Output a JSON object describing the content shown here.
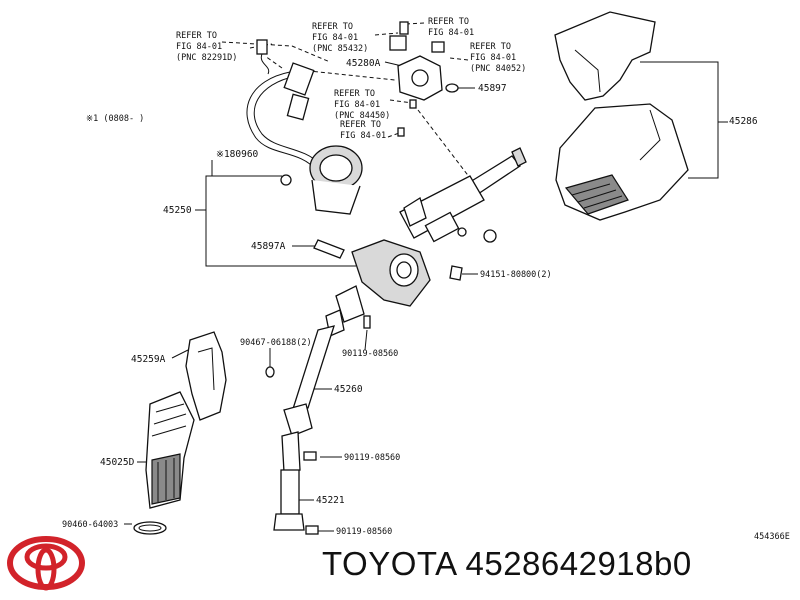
{
  "refs": {
    "r1": {
      "l1": "REFER TO",
      "l2": "FIG 84-01",
      "l3": "(PNC 82291D)"
    },
    "r2": {
      "l1": "REFER TO",
      "l2": "FIG 84-01",
      "l3": "(PNC 85432)"
    },
    "r3": {
      "l1": "REFER TO",
      "l2": "FIG 84-01"
    },
    "r4": {
      "l1": "REFER TO",
      "l2": "FIG 84-01",
      "l3": "(PNC 84052)"
    },
    "r5": {
      "l1": "REFER TO",
      "l2": "FIG 84-01",
      "l3": "(PNC 84450)"
    },
    "r6": {
      "l1": "REFER TO",
      "l2": "FIG 84-01"
    }
  },
  "note": "※1 (0808-    )",
  "parts": {
    "p45280a": "45280A",
    "p45897": "45897",
    "p45286": "45286",
    "p180960": "※180960",
    "p45250": "45250",
    "p45897a": "45897A",
    "p94151": "94151-80800(2)",
    "p90467": "90467-06188(2)",
    "p45259a": "45259A",
    "p90119a": "90119-08560",
    "p45260": "45260",
    "p45025d": "45025D",
    "p90119b": "90119-08560",
    "p45221": "45221",
    "p90460": "90460-64003",
    "p90119c": "90119-08560"
  },
  "figure_code": "454366E",
  "footer": {
    "brand": "TOYOTA",
    "part_number": "4528642918b0"
  },
  "colors": {
    "ink": "#111111",
    "logo": "#d2232a",
    "background": "#ffffff"
  }
}
